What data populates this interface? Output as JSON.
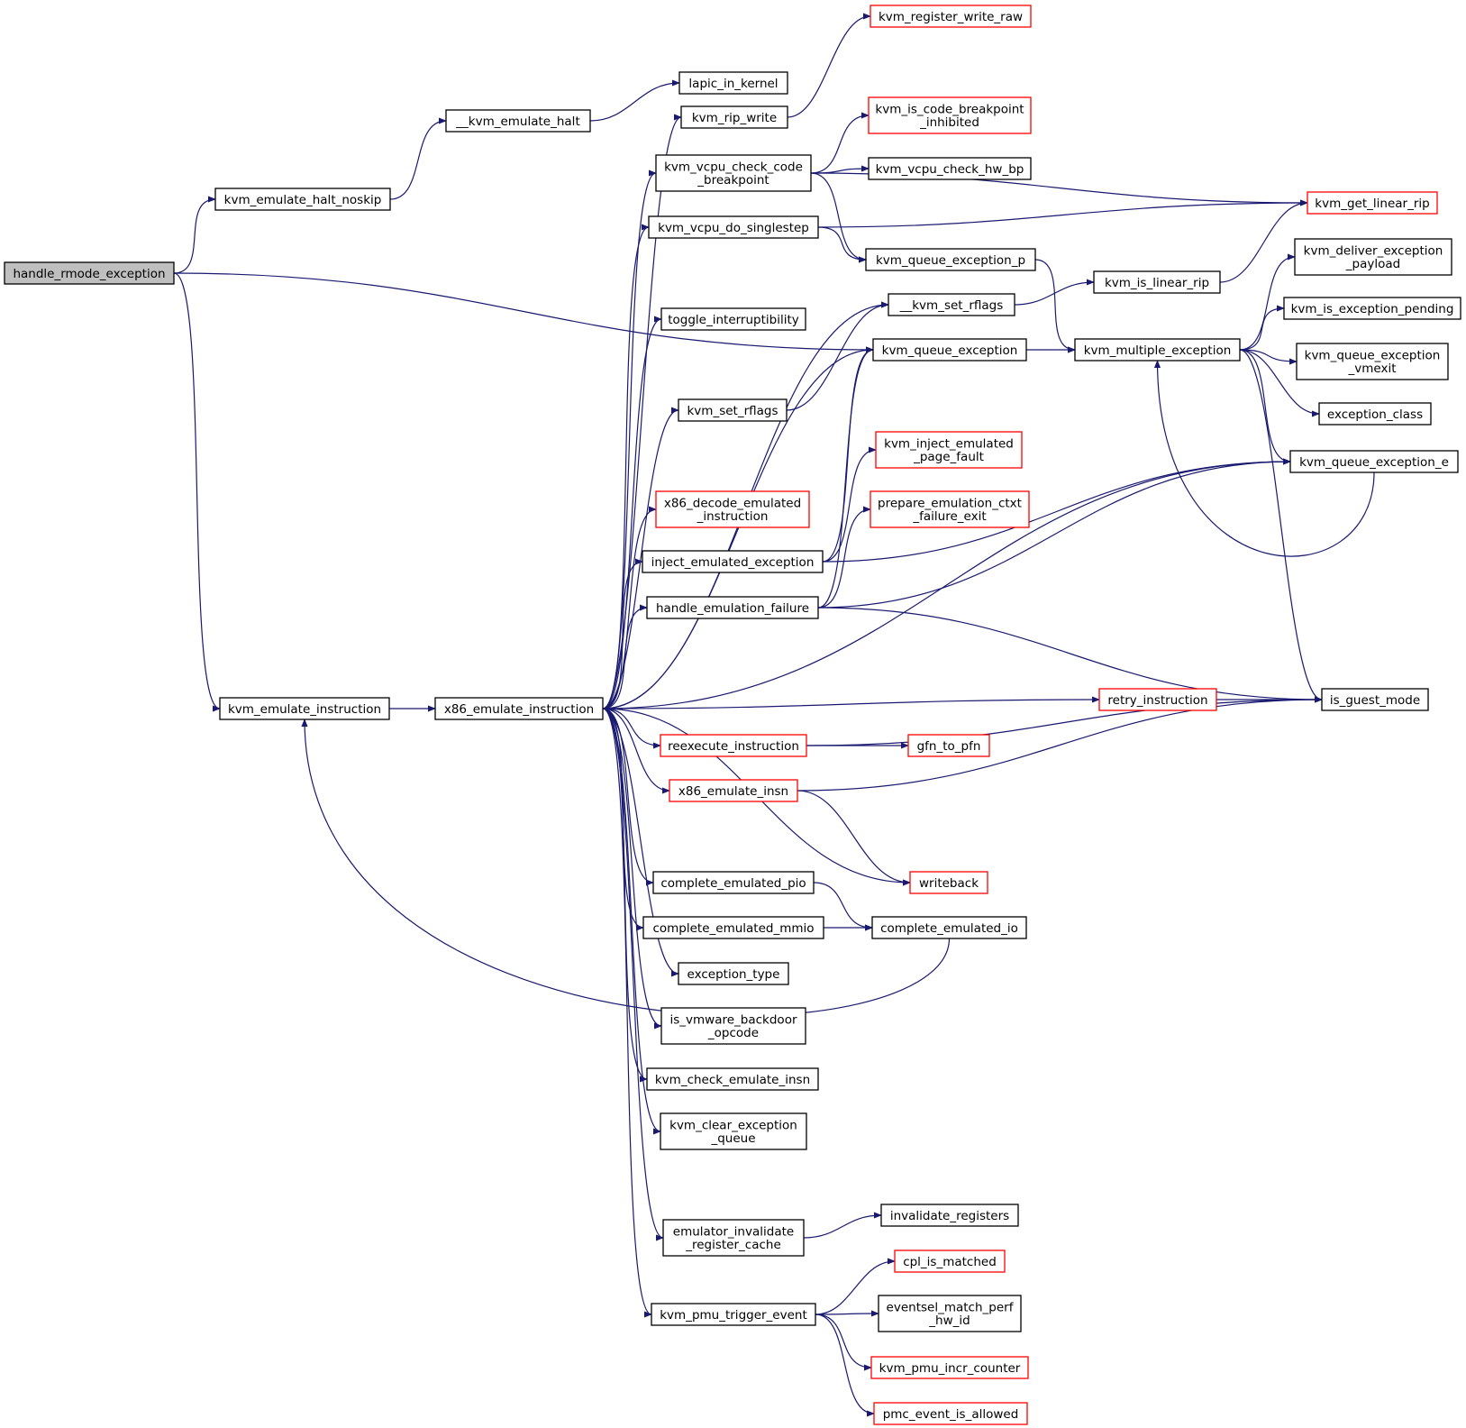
{
  "colors": {
    "edge": "#191970",
    "node_border": "#000000",
    "node_border_undocumented": "#ff0000",
    "root_fill": "#bfbfbf"
  },
  "nodes": [
    {
      "id": "handle_rmode_exception",
      "lines": [
        "handle_rmode_exception"
      ],
      "style": "root"
    },
    {
      "id": "kvm_emulate_halt_noskip",
      "lines": [
        "kvm_emulate_halt_noskip"
      ],
      "style": "black"
    },
    {
      "id": "__kvm_emulate_halt",
      "lines": [
        "__kvm_emulate_halt"
      ],
      "style": "black"
    },
    {
      "id": "lapic_in_kernel",
      "lines": [
        "lapic_in_kernel"
      ],
      "style": "black"
    },
    {
      "id": "kvm_emulate_instruction",
      "lines": [
        "kvm_emulate_instruction"
      ],
      "style": "black"
    },
    {
      "id": "x86_emulate_instruction",
      "lines": [
        "x86_emulate_instruction"
      ],
      "style": "black"
    },
    {
      "id": "kvm_register_write_raw",
      "lines": [
        "kvm_register_write_raw"
      ],
      "style": "red"
    },
    {
      "id": "kvm_rip_write",
      "lines": [
        "kvm_rip_write"
      ],
      "style": "black"
    },
    {
      "id": "kvm_is_code_breakpoint_inhibited",
      "lines": [
        "kvm_is_code_breakpoint",
        "_inhibited"
      ],
      "style": "red"
    },
    {
      "id": "kvm_vcpu_check_code_breakpoint",
      "lines": [
        "kvm_vcpu_check_code",
        "_breakpoint"
      ],
      "style": "black"
    },
    {
      "id": "kvm_vcpu_check_hw_bp",
      "lines": [
        "kvm_vcpu_check_hw_bp"
      ],
      "style": "black"
    },
    {
      "id": "kvm_get_linear_rip",
      "lines": [
        "kvm_get_linear_rip"
      ],
      "style": "red"
    },
    {
      "id": "kvm_vcpu_do_singlestep",
      "lines": [
        "kvm_vcpu_do_singlestep"
      ],
      "style": "black"
    },
    {
      "id": "kvm_queue_exception_p",
      "lines": [
        "kvm_queue_exception_p"
      ],
      "style": "black"
    },
    {
      "id": "kvm_deliver_exception_payload",
      "lines": [
        "kvm_deliver_exception",
        "_payload"
      ],
      "style": "black"
    },
    {
      "id": "kvm_is_linear_rip",
      "lines": [
        "kvm_is_linear_rip"
      ],
      "style": "black"
    },
    {
      "id": "__kvm_set_rflags",
      "lines": [
        "__kvm_set_rflags"
      ],
      "style": "black"
    },
    {
      "id": "kvm_is_exception_pending",
      "lines": [
        "kvm_is_exception_pending"
      ],
      "style": "black"
    },
    {
      "id": "toggle_interruptibility",
      "lines": [
        "toggle_interruptibility"
      ],
      "style": "black"
    },
    {
      "id": "kvm_queue_exception",
      "lines": [
        "kvm_queue_exception"
      ],
      "style": "black"
    },
    {
      "id": "kvm_multiple_exception",
      "lines": [
        "kvm_multiple_exception"
      ],
      "style": "black"
    },
    {
      "id": "kvm_queue_exception_vmexit",
      "lines": [
        "kvm_queue_exception",
        "_vmexit"
      ],
      "style": "black"
    },
    {
      "id": "kvm_set_rflags",
      "lines": [
        "kvm_set_rflags"
      ],
      "style": "black"
    },
    {
      "id": "exception_class",
      "lines": [
        "exception_class"
      ],
      "style": "black"
    },
    {
      "id": "kvm_inject_emulated_page_fault",
      "lines": [
        "kvm_inject_emulated",
        "_page_fault"
      ],
      "style": "red"
    },
    {
      "id": "kvm_queue_exception_e",
      "lines": [
        "kvm_queue_exception_e"
      ],
      "style": "black"
    },
    {
      "id": "x86_decode_emulated_instruction",
      "lines": [
        "x86_decode_emulated",
        "_instruction"
      ],
      "style": "red"
    },
    {
      "id": "prepare_emulation_ctxt_failure_exit",
      "lines": [
        "prepare_emulation_ctxt",
        "_failure_exit"
      ],
      "style": "red"
    },
    {
      "id": "inject_emulated_exception",
      "lines": [
        "inject_emulated_exception"
      ],
      "style": "black"
    },
    {
      "id": "handle_emulation_failure",
      "lines": [
        "handle_emulation_failure"
      ],
      "style": "black"
    },
    {
      "id": "retry_instruction",
      "lines": [
        "retry_instruction"
      ],
      "style": "red"
    },
    {
      "id": "is_guest_mode",
      "lines": [
        "is_guest_mode"
      ],
      "style": "black"
    },
    {
      "id": "reexecute_instruction",
      "lines": [
        "reexecute_instruction"
      ],
      "style": "red"
    },
    {
      "id": "gfn_to_pfn",
      "lines": [
        "gfn_to_pfn"
      ],
      "style": "red"
    },
    {
      "id": "x86_emulate_insn",
      "lines": [
        "x86_emulate_insn"
      ],
      "style": "red"
    },
    {
      "id": "complete_emulated_pio",
      "lines": [
        "complete_emulated_pio"
      ],
      "style": "black"
    },
    {
      "id": "writeback",
      "lines": [
        "writeback"
      ],
      "style": "red"
    },
    {
      "id": "complete_emulated_mmio",
      "lines": [
        "complete_emulated_mmio"
      ],
      "style": "black"
    },
    {
      "id": "complete_emulated_io",
      "lines": [
        "complete_emulated_io"
      ],
      "style": "black"
    },
    {
      "id": "exception_type",
      "lines": [
        "exception_type"
      ],
      "style": "black"
    },
    {
      "id": "is_vmware_backdoor_opcode",
      "lines": [
        "is_vmware_backdoor",
        "_opcode"
      ],
      "style": "black"
    },
    {
      "id": "kvm_check_emulate_insn",
      "lines": [
        "kvm_check_emulate_insn"
      ],
      "style": "black"
    },
    {
      "id": "kvm_clear_exception_queue",
      "lines": [
        "kvm_clear_exception",
        "_queue"
      ],
      "style": "black"
    },
    {
      "id": "emulator_invalidate_register_cache",
      "lines": [
        "emulator_invalidate",
        "_register_cache"
      ],
      "style": "black"
    },
    {
      "id": "invalidate_registers",
      "lines": [
        "invalidate_registers"
      ],
      "style": "black"
    },
    {
      "id": "cpl_is_matched",
      "lines": [
        "cpl_is_matched"
      ],
      "style": "red"
    },
    {
      "id": "kvm_pmu_trigger_event",
      "lines": [
        "kvm_pmu_trigger_event"
      ],
      "style": "black"
    },
    {
      "id": "eventsel_match_perf_hw_id",
      "lines": [
        "eventsel_match_perf",
        "_hw_id"
      ],
      "style": "black"
    },
    {
      "id": "kvm_pmu_incr_counter",
      "lines": [
        "kvm_pmu_incr_counter"
      ],
      "style": "red"
    },
    {
      "id": "pmc_event_is_allowed",
      "lines": [
        "pmc_event_is_allowed"
      ],
      "style": "red"
    }
  ],
  "edges": [
    [
      "handle_rmode_exception",
      "kvm_emulate_halt_noskip"
    ],
    [
      "handle_rmode_exception",
      "kvm_queue_exception"
    ],
    [
      "handle_rmode_exception",
      "kvm_emulate_instruction"
    ],
    [
      "kvm_emulate_halt_noskip",
      "__kvm_emulate_halt"
    ],
    [
      "__kvm_emulate_halt",
      "lapic_in_kernel"
    ],
    [
      "kvm_emulate_instruction",
      "x86_emulate_instruction"
    ],
    [
      "x86_emulate_instruction",
      "kvm_rip_write"
    ],
    [
      "x86_emulate_instruction",
      "kvm_vcpu_check_code_breakpoint"
    ],
    [
      "x86_emulate_instruction",
      "kvm_vcpu_do_singlestep"
    ],
    [
      "x86_emulate_instruction",
      "toggle_interruptibility"
    ],
    [
      "x86_emulate_instruction",
      "__kvm_set_rflags"
    ],
    [
      "x86_emulate_instruction",
      "kvm_set_rflags"
    ],
    [
      "x86_emulate_instruction",
      "kvm_queue_exception"
    ],
    [
      "x86_emulate_instruction",
      "x86_decode_emulated_instruction"
    ],
    [
      "x86_emulate_instruction",
      "inject_emulated_exception"
    ],
    [
      "x86_emulate_instruction",
      "handle_emulation_failure"
    ],
    [
      "x86_emulate_instruction",
      "kvm_queue_exception_e"
    ],
    [
      "x86_emulate_instruction",
      "retry_instruction"
    ],
    [
      "x86_emulate_instruction",
      "reexecute_instruction"
    ],
    [
      "x86_emulate_instruction",
      "x86_emulate_insn"
    ],
    [
      "x86_emulate_instruction",
      "writeback"
    ],
    [
      "x86_emulate_instruction",
      "complete_emulated_pio"
    ],
    [
      "x86_emulate_instruction",
      "complete_emulated_mmio"
    ],
    [
      "x86_emulate_instruction",
      "exception_type"
    ],
    [
      "x86_emulate_instruction",
      "is_vmware_backdoor_opcode"
    ],
    [
      "x86_emulate_instruction",
      "kvm_check_emulate_insn"
    ],
    [
      "x86_emulate_instruction",
      "kvm_clear_exception_queue"
    ],
    [
      "x86_emulate_instruction",
      "emulator_invalidate_register_cache"
    ],
    [
      "x86_emulate_instruction",
      "kvm_pmu_trigger_event"
    ],
    [
      "kvm_rip_write",
      "kvm_register_write_raw"
    ],
    [
      "kvm_vcpu_check_code_breakpoint",
      "kvm_get_linear_rip"
    ],
    [
      "kvm_vcpu_check_code_breakpoint",
      "kvm_is_code_breakpoint_inhibited"
    ],
    [
      "kvm_vcpu_check_code_breakpoint",
      "kvm_vcpu_check_hw_bp"
    ],
    [
      "kvm_vcpu_check_code_breakpoint",
      "kvm_queue_exception_p"
    ],
    [
      "kvm_vcpu_do_singlestep",
      "kvm_get_linear_rip"
    ],
    [
      "kvm_vcpu_do_singlestep",
      "kvm_queue_exception_p"
    ],
    [
      "kvm_queue_exception_p",
      "kvm_multiple_exception"
    ],
    [
      "__kvm_set_rflags",
      "kvm_is_linear_rip"
    ],
    [
      "kvm_is_linear_rip",
      "kvm_get_linear_rip"
    ],
    [
      "kvm_set_rflags",
      "__kvm_set_rflags"
    ],
    [
      "kvm_queue_exception",
      "kvm_multiple_exception"
    ],
    [
      "kvm_multiple_exception",
      "kvm_deliver_exception_payload"
    ],
    [
      "kvm_multiple_exception",
      "kvm_is_exception_pending"
    ],
    [
      "kvm_multiple_exception",
      "kvm_queue_exception_vmexit"
    ],
    [
      "kvm_multiple_exception",
      "exception_class"
    ],
    [
      "kvm_multiple_exception",
      "kvm_queue_exception_e"
    ],
    [
      "kvm_multiple_exception",
      "is_guest_mode"
    ],
    [
      "kvm_queue_exception_e",
      "kvm_multiple_exception"
    ],
    [
      "inject_emulated_exception",
      "kvm_queue_exception"
    ],
    [
      "inject_emulated_exception",
      "kvm_inject_emulated_page_fault"
    ],
    [
      "inject_emulated_exception",
      "kvm_queue_exception_e"
    ],
    [
      "handle_emulation_failure",
      "kvm_queue_exception"
    ],
    [
      "handle_emulation_failure",
      "prepare_emulation_ctxt_failure_exit"
    ],
    [
      "handle_emulation_failure",
      "kvm_queue_exception_e"
    ],
    [
      "handle_emulation_failure",
      "is_guest_mode"
    ],
    [
      "retry_instruction",
      "is_guest_mode"
    ],
    [
      "reexecute_instruction",
      "gfn_to_pfn"
    ],
    [
      "reexecute_instruction",
      "is_guest_mode"
    ],
    [
      "x86_emulate_insn",
      "is_guest_mode"
    ],
    [
      "x86_emulate_insn",
      "writeback"
    ],
    [
      "complete_emulated_pio",
      "complete_emulated_io"
    ],
    [
      "complete_emulated_mmio",
      "complete_emulated_io"
    ],
    [
      "complete_emulated_io",
      "kvm_emulate_instruction"
    ],
    [
      "emulator_invalidate_register_cache",
      "invalidate_registers"
    ],
    [
      "kvm_pmu_trigger_event",
      "cpl_is_matched"
    ],
    [
      "kvm_pmu_trigger_event",
      "eventsel_match_perf_hw_id"
    ],
    [
      "kvm_pmu_trigger_event",
      "kvm_pmu_incr_counter"
    ],
    [
      "kvm_pmu_trigger_event",
      "pmc_event_is_allowed"
    ]
  ]
}
